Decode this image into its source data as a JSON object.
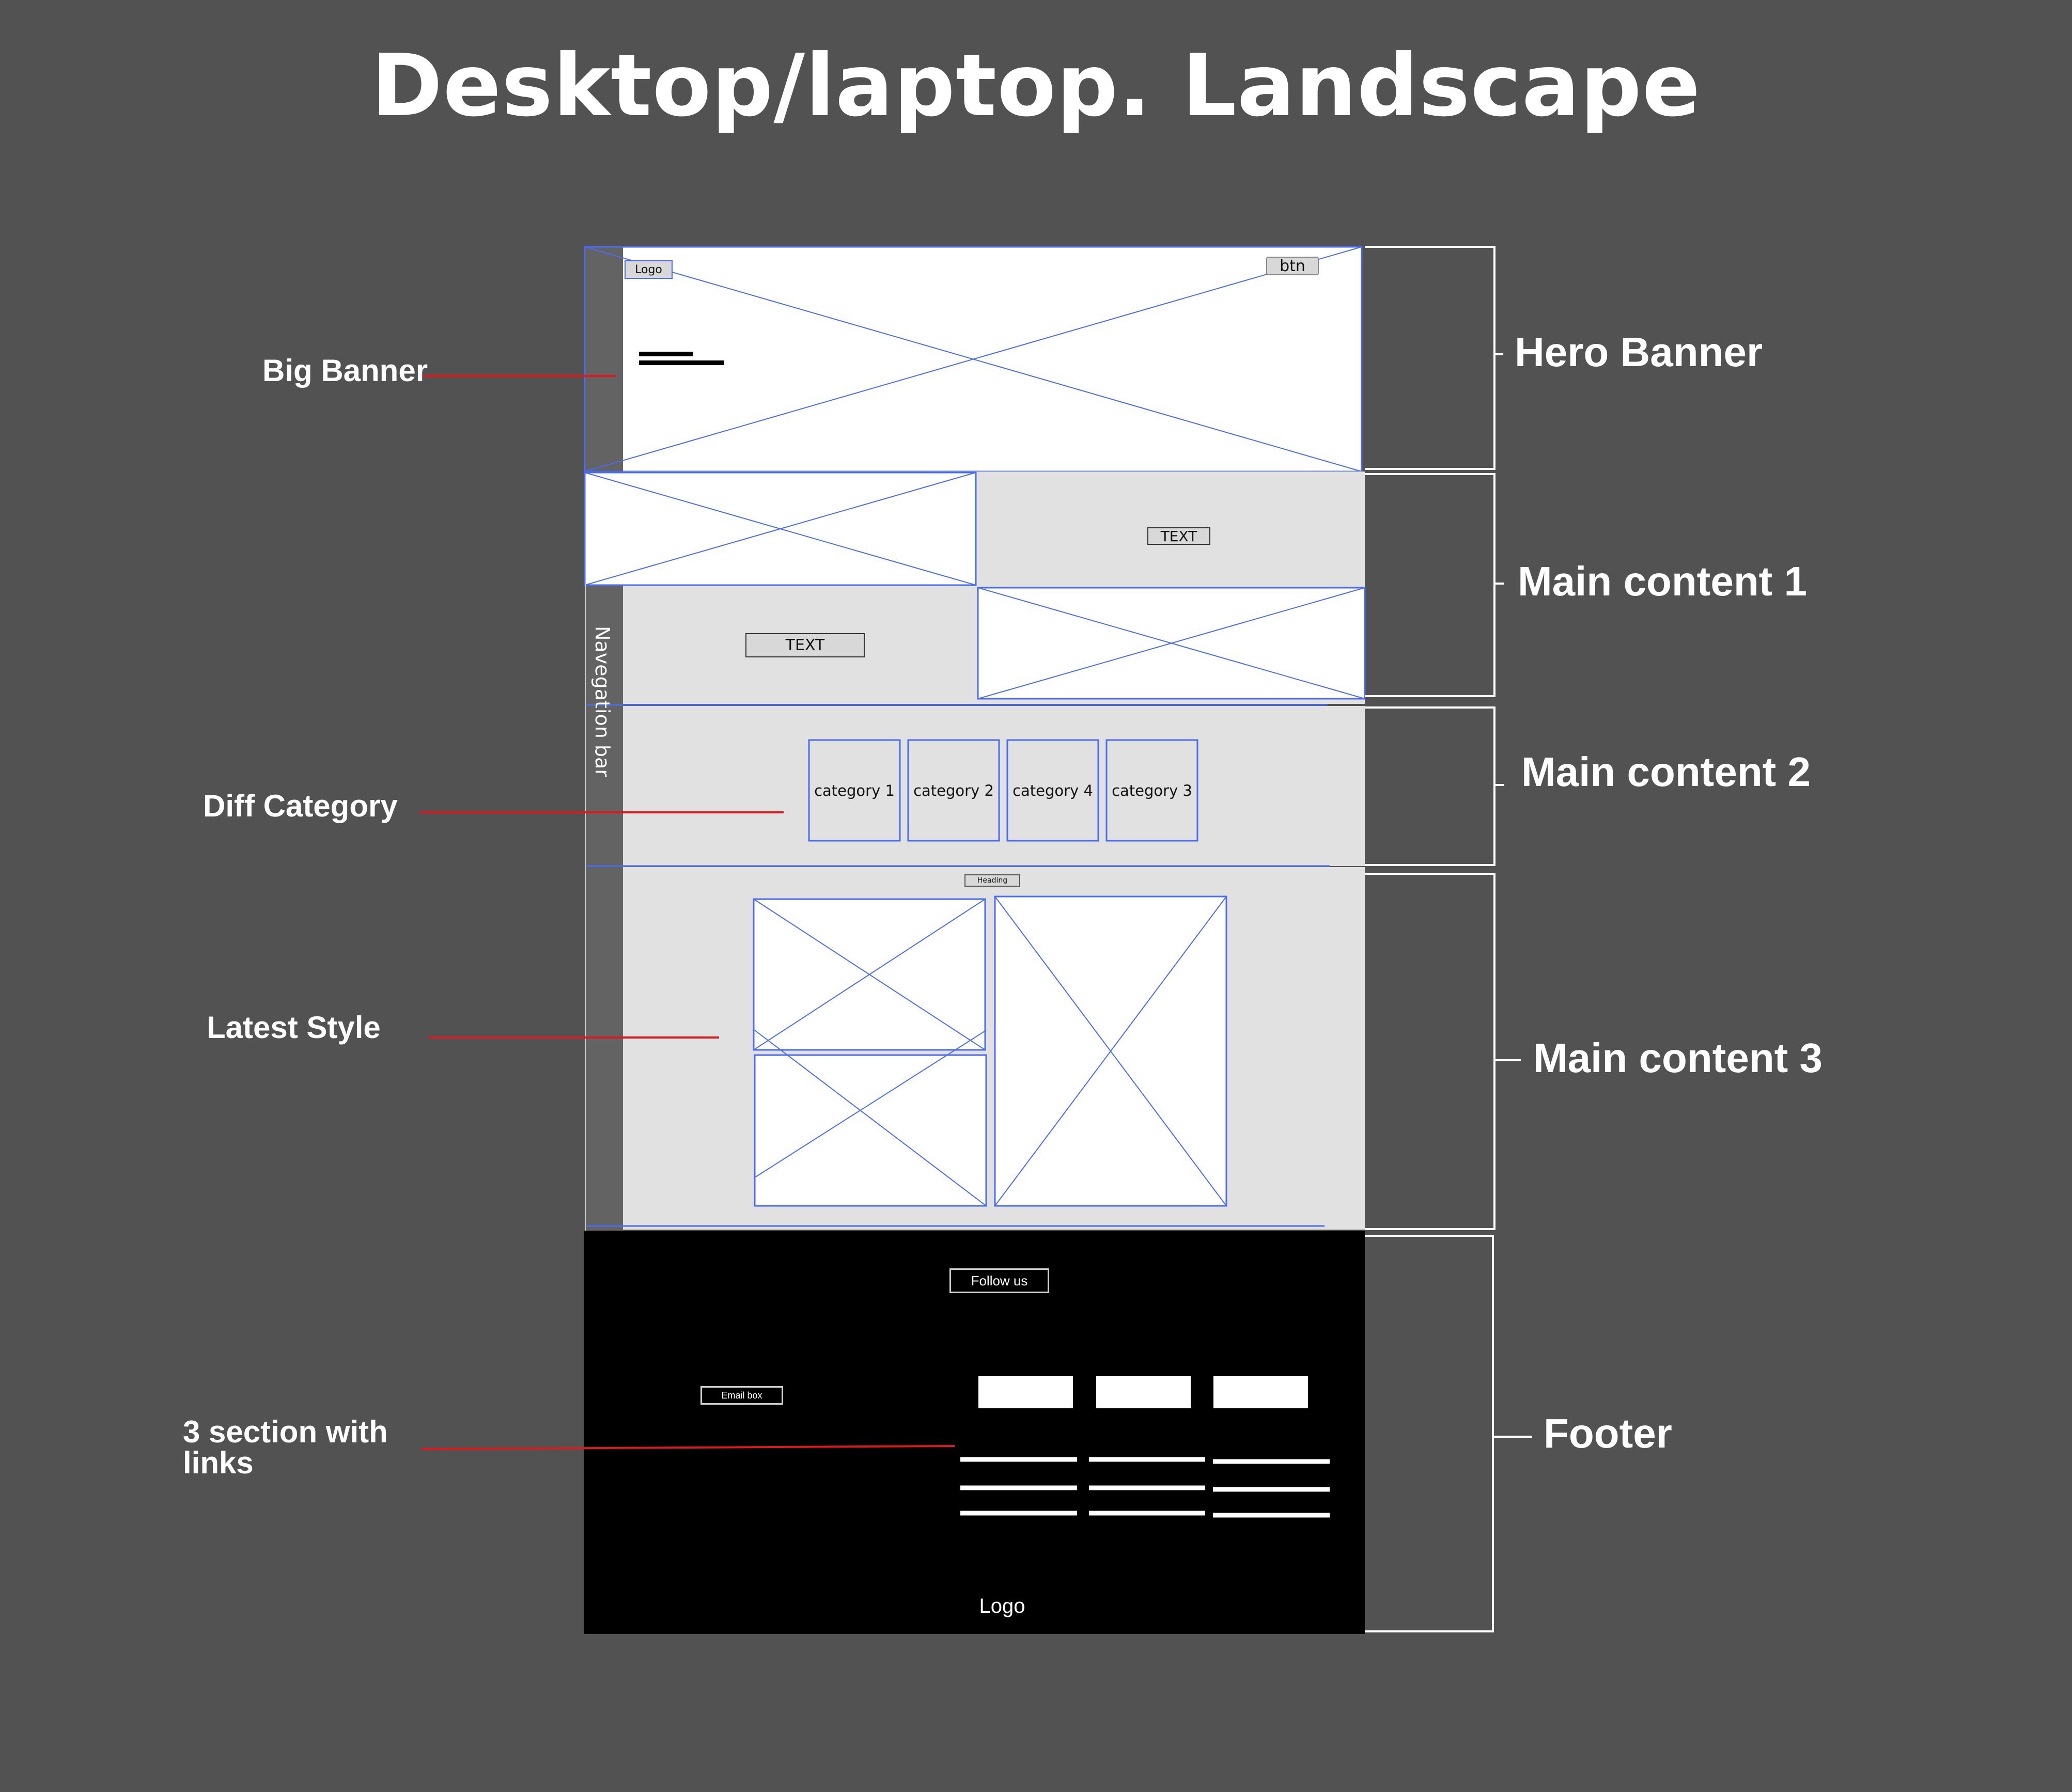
{
  "page": {
    "title": "Desktop/laptop. Landscape"
  },
  "wireframe": {
    "header": {
      "logo": "Logo",
      "button": "btn"
    },
    "main1": {
      "text_top": "TEXT",
      "text_bottom": "TEXT"
    },
    "nav": {
      "label": "Navegation bar"
    },
    "categories": [
      "category 1",
      "category 2",
      "category 4",
      "category 3"
    ],
    "latest": {
      "heading": "Heading"
    },
    "footer": {
      "follow_us": "Follow us",
      "email_box": "Email box",
      "logo": "Logo"
    }
  },
  "annotations": {
    "left": [
      {
        "label": "Big Banner"
      },
      {
        "label": "Diff Category"
      },
      {
        "label": "Latest Style"
      },
      {
        "label": "3 section with links"
      }
    ],
    "right": [
      {
        "label": "Hero Banner"
      },
      {
        "label": "Main content 1"
      },
      {
        "label": "Main content 2"
      },
      {
        "label": "Main content 3"
      },
      {
        "label": "Footer"
      }
    ]
  },
  "colors": {
    "background": "#525252",
    "wire_blue": "#4a6cf0",
    "annotation_red": "#e0181b",
    "section_gray": "#e1e1e1",
    "nav_gray": "#636363",
    "footer": "#000000"
  }
}
